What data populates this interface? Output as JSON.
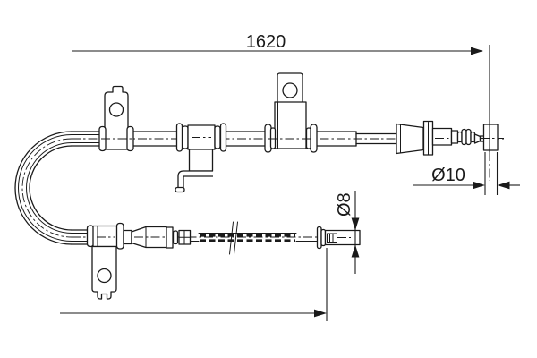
{
  "drawing": {
    "colors": {
      "background": "#ffffff",
      "line": "#1a1a1a"
    },
    "dimension_labels": {
      "overall_length": "1620",
      "end_fitting_diameter": "Ø10",
      "rod_diameter": "Ø8"
    }
  }
}
